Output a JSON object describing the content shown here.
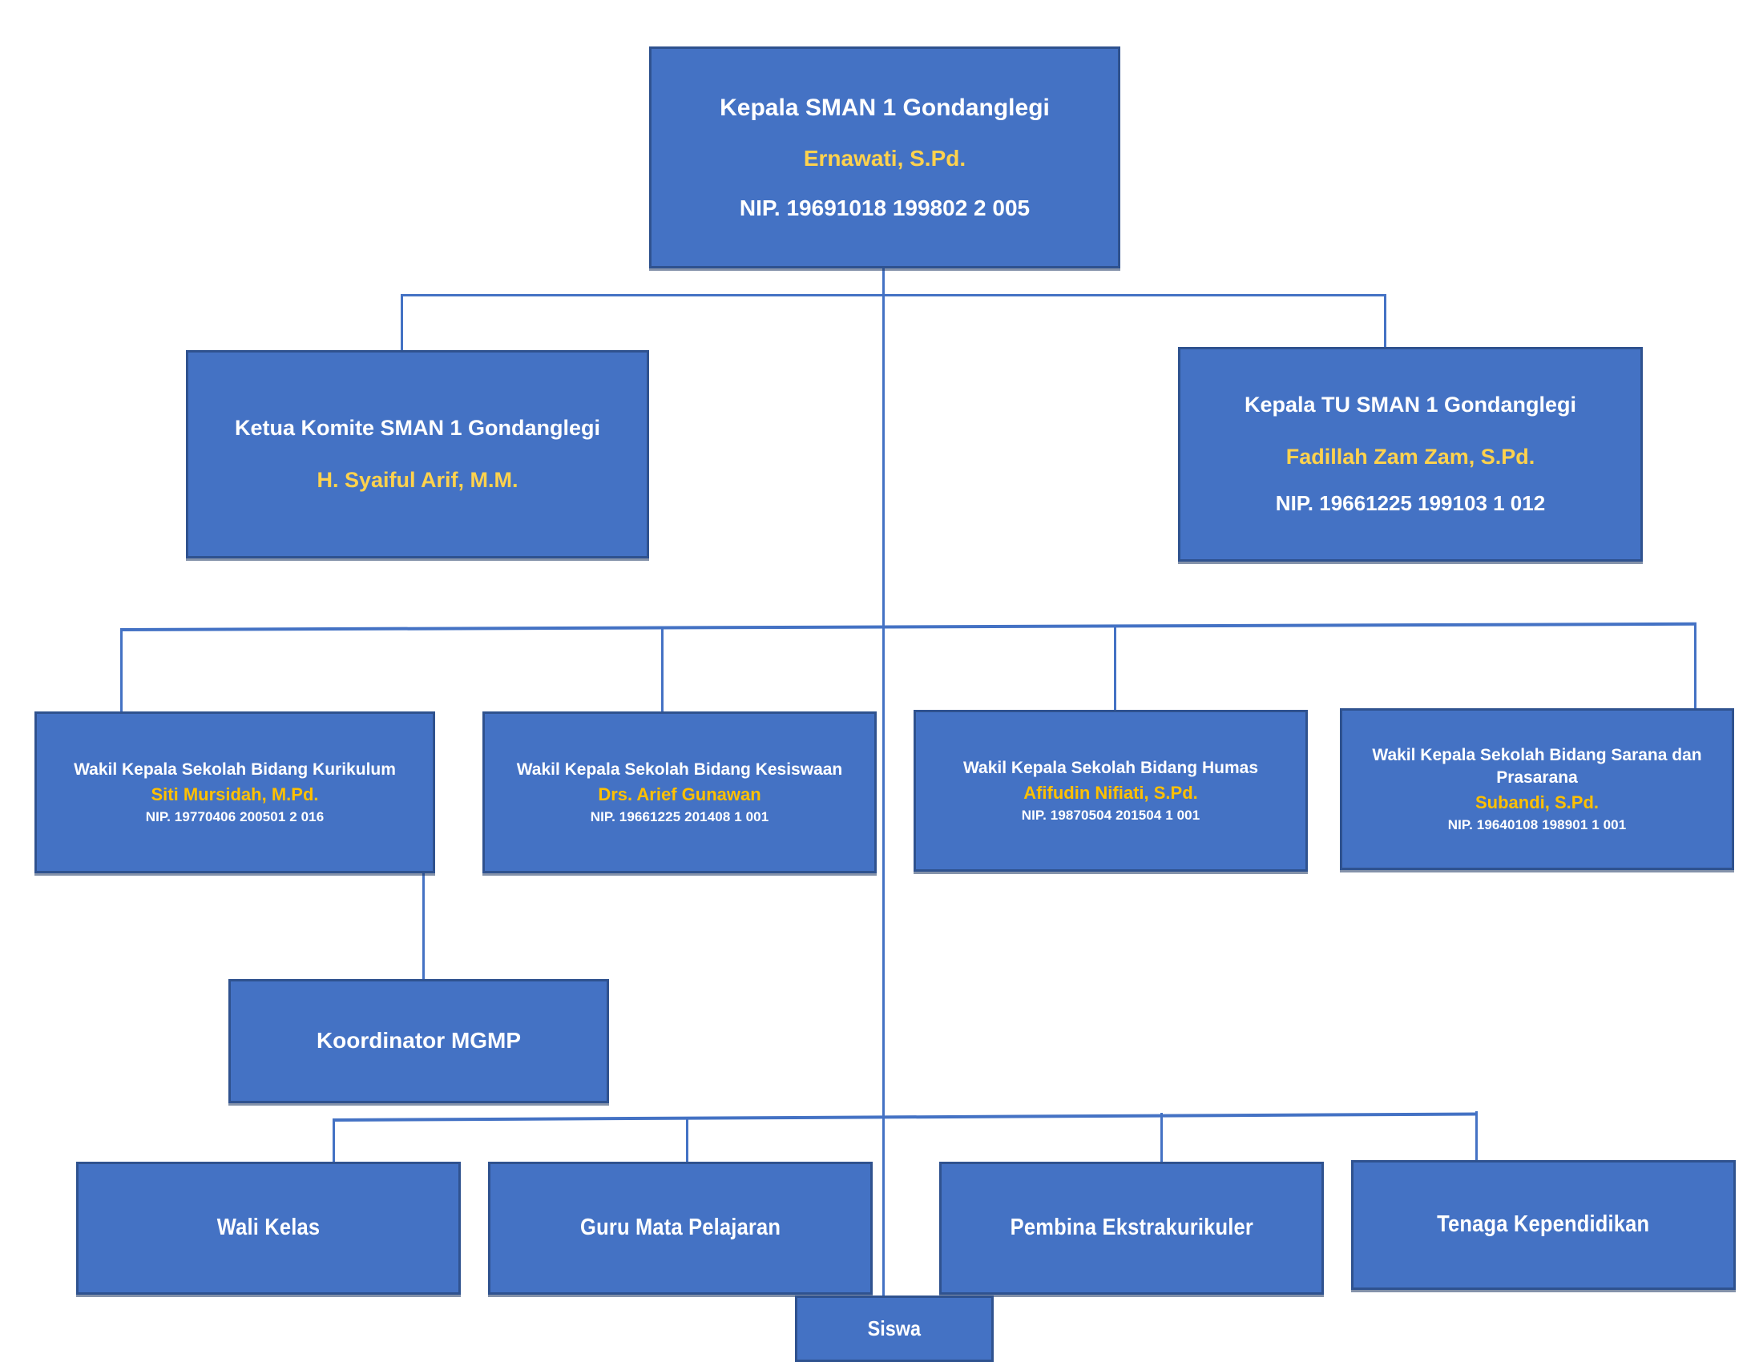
{
  "palette": {
    "box_fill": "#4472C4",
    "box_border": "#2F528F",
    "connector": "#4472C4",
    "title_text": "#FFFFFF",
    "person_text_top": "#FFD24D",
    "person_text_wakil": "#FFC000",
    "background": "#FFFFFF"
  },
  "nodes": {
    "head": {
      "title": "Kepala SMAN 1 Gondanglegi",
      "person": "Ernawati, S.Pd.",
      "nip": "NIP. 19691018 199802 2 005"
    },
    "komite": {
      "title": "Ketua Komite SMAN 1 Gondanglegi",
      "person": "H. Syaiful Arif, M.M."
    },
    "tata_usaha": {
      "title": "Kepala TU SMAN 1 Gondanglegi",
      "person": "Fadillah Zam Zam, S.Pd.",
      "nip": "NIP. 19661225 199103 1 012"
    },
    "wakil": [
      {
        "title": "Wakil Kepala Sekolah Bidang Kurikulum",
        "person": "Siti Mursidah, M.Pd.",
        "nip": "NIP. 19770406 200501 2 016"
      },
      {
        "title": "Wakil Kepala Sekolah Bidang Kesiswaan",
        "person": "Drs. Arief Gunawan",
        "nip": "NIP. 19661225 201408 1 001"
      },
      {
        "title": "Wakil Kepala Sekolah Bidang Humas",
        "person": "Afifudin Nifiati, S.Pd.",
        "nip": "NIP. 19870504 201504 1 001"
      },
      {
        "title": "Wakil Kepala Sekolah Bidang Sarana dan Prasarana",
        "person": "Subandi, S.Pd.",
        "nip": "NIP. 19640108 198901 1 001"
      }
    ],
    "koordinator": {
      "title": "Koordinator MGMP"
    },
    "leaves": [
      {
        "title": "Wali Kelas"
      },
      {
        "title": "Guru Mata Pelajaran"
      },
      {
        "title": "Pembina Ekstrakurikuler"
      },
      {
        "title": "Tenaga Kependidikan"
      }
    ],
    "siswa": {
      "title": "Siswa"
    }
  }
}
